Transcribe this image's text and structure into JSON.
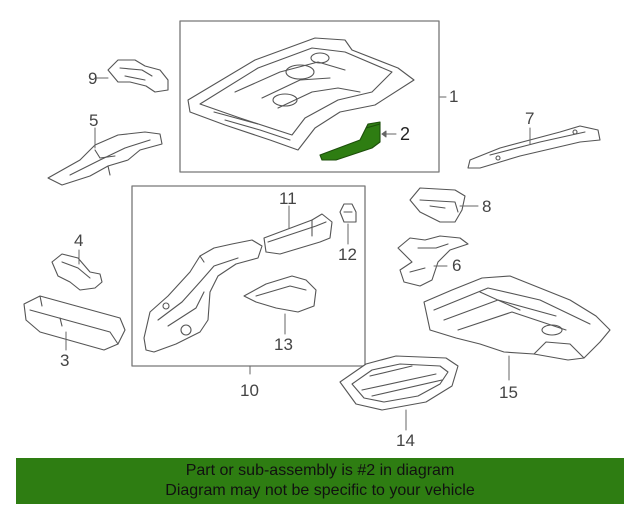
{
  "callouts": {
    "c1": "1",
    "c2": "2",
    "c3": "3",
    "c4": "4",
    "c5": "5",
    "c6": "6",
    "c7": "7",
    "c8": "8",
    "c9": "9",
    "c10": "10",
    "c11": "11",
    "c12": "12",
    "c13": "13",
    "c14": "14",
    "c15": "15"
  },
  "highlighted_part": "2",
  "colors": {
    "highlight": "#2e7d12",
    "outline": "#555555",
    "box": "#777777"
  },
  "banner": {
    "line1": "Part or sub-assembly is #2 in diagram",
    "line2": "Diagram may not be specific to your vehicle"
  }
}
